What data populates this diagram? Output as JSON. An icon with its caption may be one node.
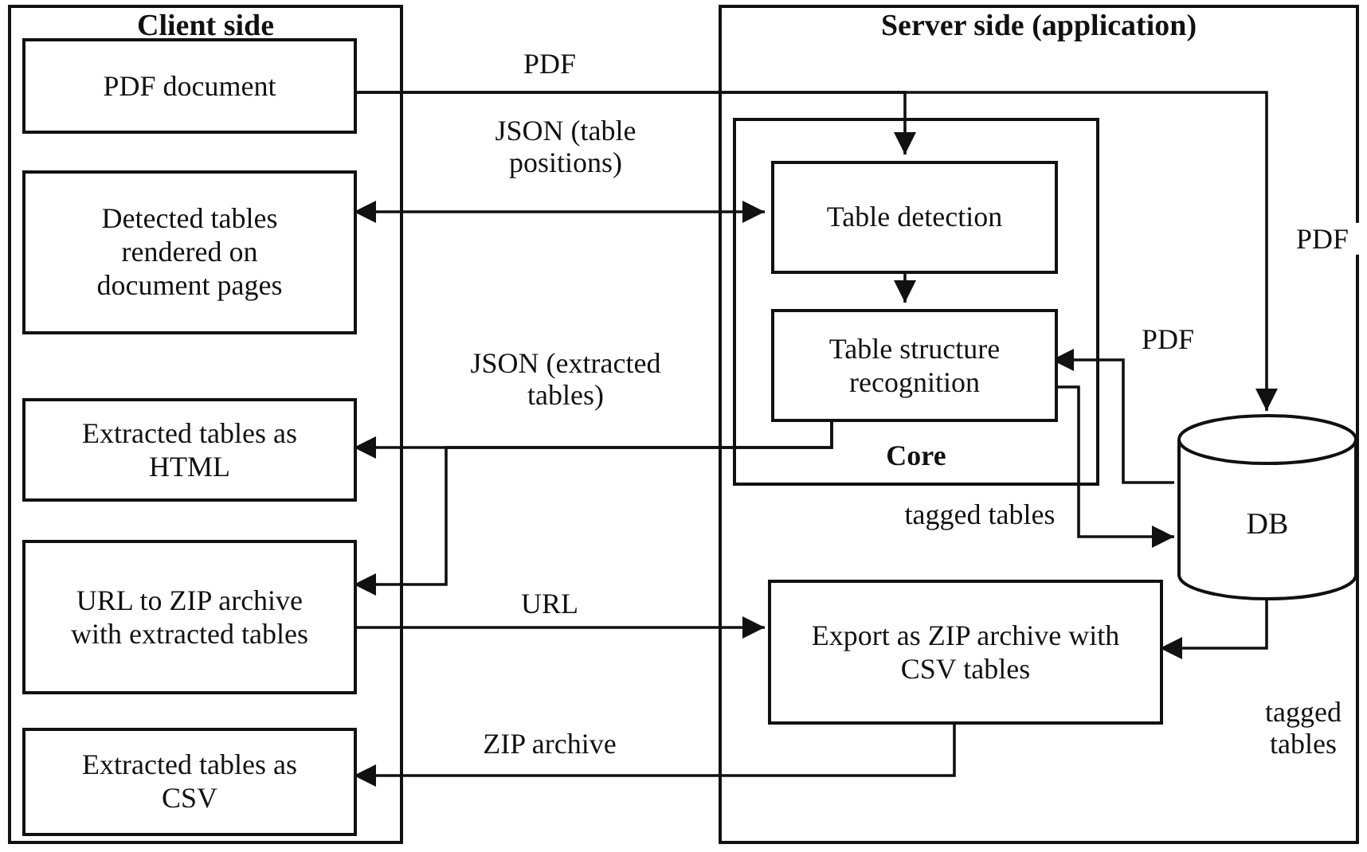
{
  "diagram": {
    "nodes": [
      {
        "text": [
          "Client side"
        ]
      },
      {
        "text": [
          "Server side (application)"
        ]
      },
      {
        "text": [
          "PDF document"
        ],
        "in": 0
      },
      {
        "text": [
          "Detected tables rendered on document pages"
        ],
        "in": 0
      },
      {
        "text": [
          "Extracted tables as HTML"
        ],
        "in": 0
      },
      {
        "text": [
          "URL to ZIP archive with extracted tables"
        ],
        "in": 0
      },
      {
        "text": [
          "Extracted tables as CSV"
        ],
        "in": 0
      },
      {
        "text": [
          "Core"
        ],
        "in": 1
      },
      {
        "text": [
          "Table detection"
        ],
        "in": 7
      },
      {
        "text": [
          "Table structure recognition"
        ],
        "in": 7
      },
      {
        "text": [
          "DB"
        ],
        "in": 1
      },
      {
        "text": [
          "Export as ZIP archive with CSV tables"
        ],
        "in": 1
      }
    ],
    "edges": [
      {
        "from": 2,
        "to": 8,
        "arrow": "to",
        "label": "PDF"
      },
      {
        "from": 2,
        "to": 10,
        "arrow": "to",
        "label": "PDF"
      },
      {
        "from": 3,
        "to": 8,
        "arrow": "both",
        "label": "JSON (table positions)"
      },
      {
        "from": 8,
        "to": 9,
        "arrow": "to"
      },
      {
        "from": 9,
        "to": 4,
        "arrow": "to",
        "label": "JSON (extracted tables)"
      },
      {
        "from": 9,
        "to": 5,
        "arrow": "to"
      },
      {
        "from": 10,
        "to": 9,
        "arrow": "to",
        "label": "PDF"
      },
      {
        "from": 9,
        "to": 10,
        "arrow": "to",
        "label": "tagged tables"
      },
      {
        "from": 5,
        "to": 11,
        "arrow": "to",
        "label": "URL"
      },
      {
        "from": 10,
        "to": 11,
        "arrow": "to",
        "label": "tagged tables"
      },
      {
        "from": 11,
        "to": 6,
        "arrow": "to",
        "label": "ZIP archive"
      }
    ]
  }
}
